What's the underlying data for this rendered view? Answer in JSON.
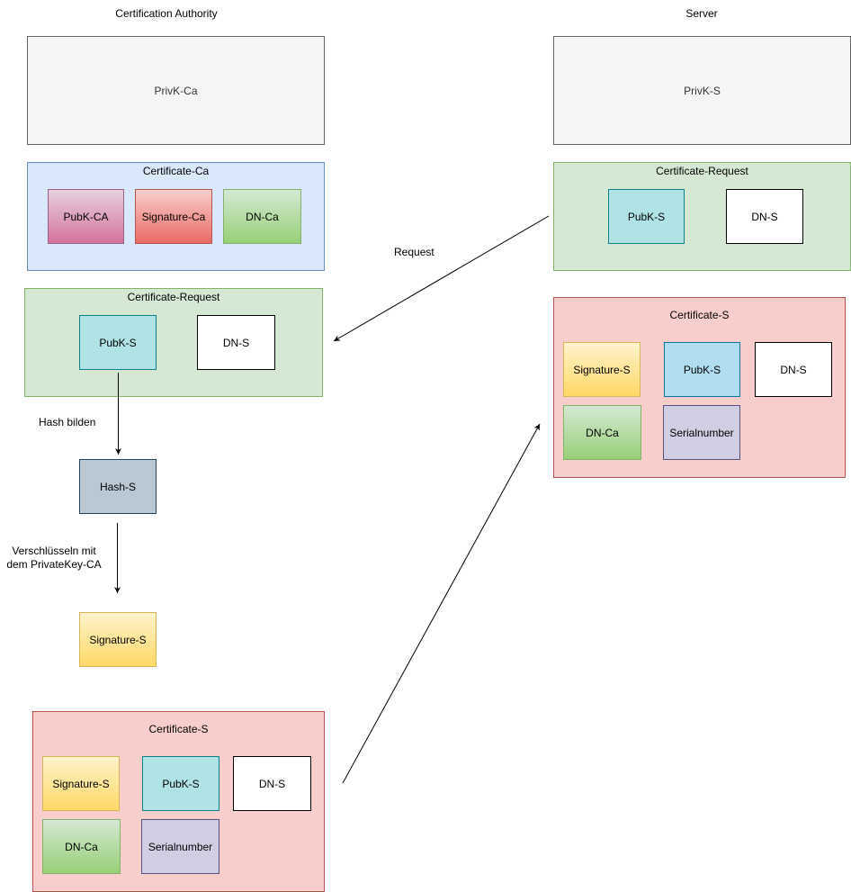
{
  "headings": {
    "ca": "Certification Authority",
    "server": "Server"
  },
  "ca": {
    "privk": "PrivK-Ca",
    "certificate": {
      "title": "Certificate-Ca",
      "pubk": "PubK-CA",
      "signature": "Signature-Ca",
      "dn": "DN-Ca"
    },
    "request": {
      "title": "Certificate-Request",
      "pubk": "PubK-S",
      "dn": "DN-S"
    },
    "hash_label": "Hash bilden",
    "hash": "Hash-S",
    "encrypt_label_1": "Verschlüsseln mit",
    "encrypt_label_2": "dem PrivateKey-CA",
    "signature": "Signature-S",
    "cert_s": {
      "title": "Certificate-S",
      "signature": "Signature-S",
      "pubk": "PubK-S",
      "dn_s": "DN-S",
      "dn_ca": "DN-Ca",
      "serial": "Serialnumber"
    }
  },
  "server": {
    "privk": "PrivK-S",
    "request": {
      "title": "Certificate-Request",
      "pubk": "PubK-S",
      "dn": "DN-S"
    },
    "cert_s": {
      "title": "Certificate-S",
      "signature": "Signature-S",
      "pubk": "PubK-S",
      "dn_s": "DN-S",
      "dn_ca": "DN-Ca",
      "serial": "Serialnumber"
    }
  },
  "edges": {
    "request_label": "Request"
  }
}
